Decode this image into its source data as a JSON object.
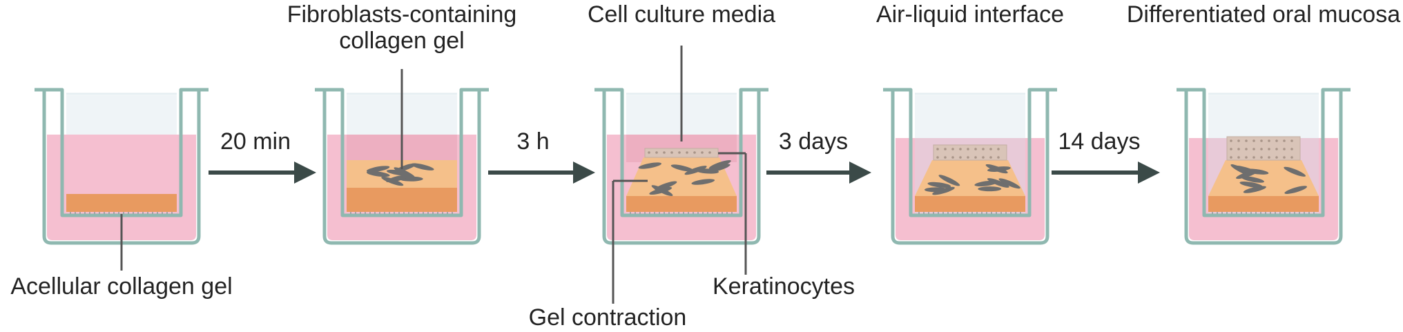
{
  "steps": [
    {
      "title": "",
      "bottom_label": "Acellular collagen gel"
    },
    {
      "title_line1": "Fibroblasts-containing",
      "title_line2": "collagen gel"
    },
    {
      "title": "Cell culture media"
    },
    {
      "title": "Air-liquid interface"
    },
    {
      "title": "Differentiated oral mucosa"
    }
  ],
  "arrows": [
    "20 min",
    "3 h",
    "3 days",
    "14 days"
  ],
  "annotations": {
    "gel_contraction": "Gel contraction",
    "keratinocytes": "Keratinocytes"
  },
  "colors": {
    "medium": "#f5bfd0",
    "gel": "#e89a60",
    "gel_fibro": "#f5c08a",
    "fibroblast": "#6e6e6e",
    "insert": "#d0dfe8",
    "insert_stroke": "#8fb8b0",
    "keratinocyte": "#d9c4b8",
    "arrow": "#3b4a48"
  }
}
